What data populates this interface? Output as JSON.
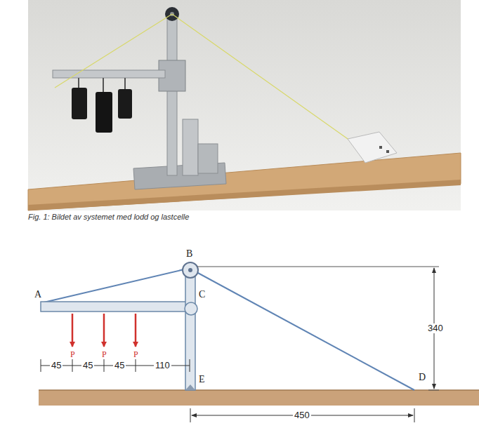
{
  "diagram": {
    "caption": "Fig. 1: Bildet av systemet med lodd og lastcelle",
    "labels": [
      "A",
      "B",
      "C",
      "P",
      "P",
      "P",
      "45",
      "45",
      "45",
      "110",
      "E",
      "340",
      "D",
      "450"
    ]
  }
}
